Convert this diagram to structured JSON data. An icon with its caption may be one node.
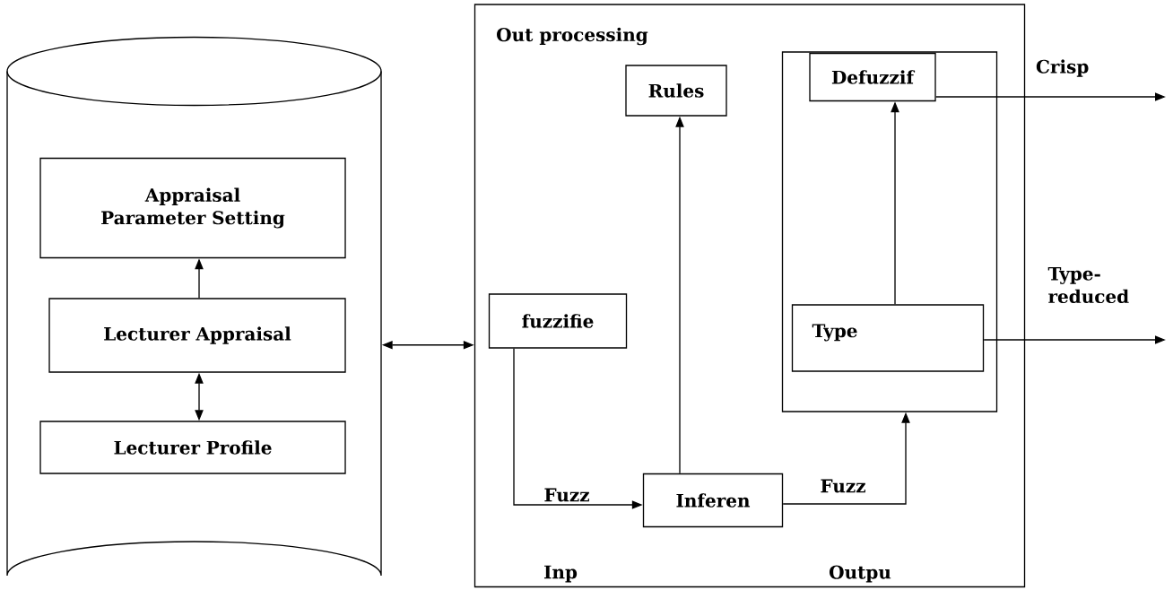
{
  "diagram": {
    "nodes": [
      {
        "text": [],
        "shape": "cylinder"
      },
      {
        "text": [
          "Appraisal Parameter Setting"
        ],
        "in": 0
      },
      {
        "text": [
          "Lecturer Appraisal"
        ],
        "in": 0
      },
      {
        "text": [
          "Lecturer Profile"
        ],
        "in": 0
      },
      {
        "text": [
          "Out processing"
        ]
      },
      {
        "text": [
          "fuzzifie"
        ],
        "in": 4
      },
      {
        "text": [
          "Rules"
        ],
        "in": 4
      },
      {
        "text": [],
        "shape": "box",
        "in": 4
      },
      {
        "text": [
          "Defuzzif"
        ],
        "in": 7
      },
      {
        "text": [
          "Type"
        ],
        "in": 7
      },
      {
        "text": [
          "Inferen"
        ],
        "in": 4
      }
    ],
    "edges": [
      {
        "from": 2,
        "to": 1,
        "arrow": "to"
      },
      {
        "from": 2,
        "to": 3,
        "arrow": "both"
      },
      {
        "from": 0,
        "to": 4,
        "arrow": "both"
      },
      {
        "from": 5,
        "to": 10,
        "arrow": "to"
      },
      {
        "from": 10,
        "to": 6,
        "arrow": "to"
      },
      {
        "from": 10,
        "to": 7,
        "arrow": "to"
      },
      {
        "from": 9,
        "to": 8,
        "arrow": "to"
      },
      {
        "from": 8,
        "to": null,
        "arrow": "to",
        "label": "Crisp"
      },
      {
        "from": 9,
        "to": null,
        "arrow": "to",
        "label": "Type- reduced"
      }
    ],
    "labels": [
      "Fuzz",
      "Fuzz",
      "Inp",
      "Outpu"
    ]
  }
}
